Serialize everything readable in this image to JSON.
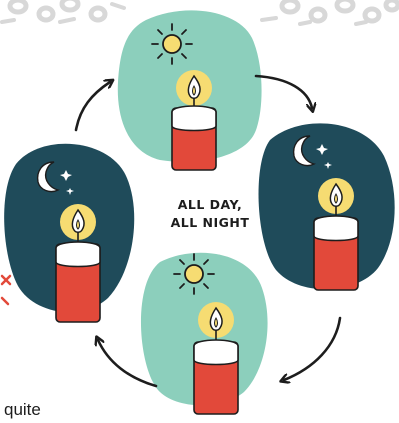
{
  "caption": {
    "line1": "ALL DAY,",
    "line2": "ALL NIGHT"
  },
  "cropped_text": "quite",
  "colors": {
    "day_blob": "#8ccfbc",
    "night_blob": "#1f4b5a",
    "candle_red": "#e2493a",
    "candle_top": "#ffffff",
    "flame_halo": "#f6dc72",
    "outline": "#1d1d1d",
    "pattern": "#d8d8d8",
    "accent_red": "#e2493a"
  },
  "diagram": {
    "nodes": [
      {
        "name": "day-candle-top",
        "sky": "sun-icon"
      },
      {
        "name": "night-candle-right",
        "sky": "moon-stars-icon"
      },
      {
        "name": "day-candle-bottom",
        "sky": "sun-icon"
      },
      {
        "name": "night-candle-left",
        "sky": "moon-stars-icon"
      }
    ],
    "cycle_direction": "clockwise"
  }
}
